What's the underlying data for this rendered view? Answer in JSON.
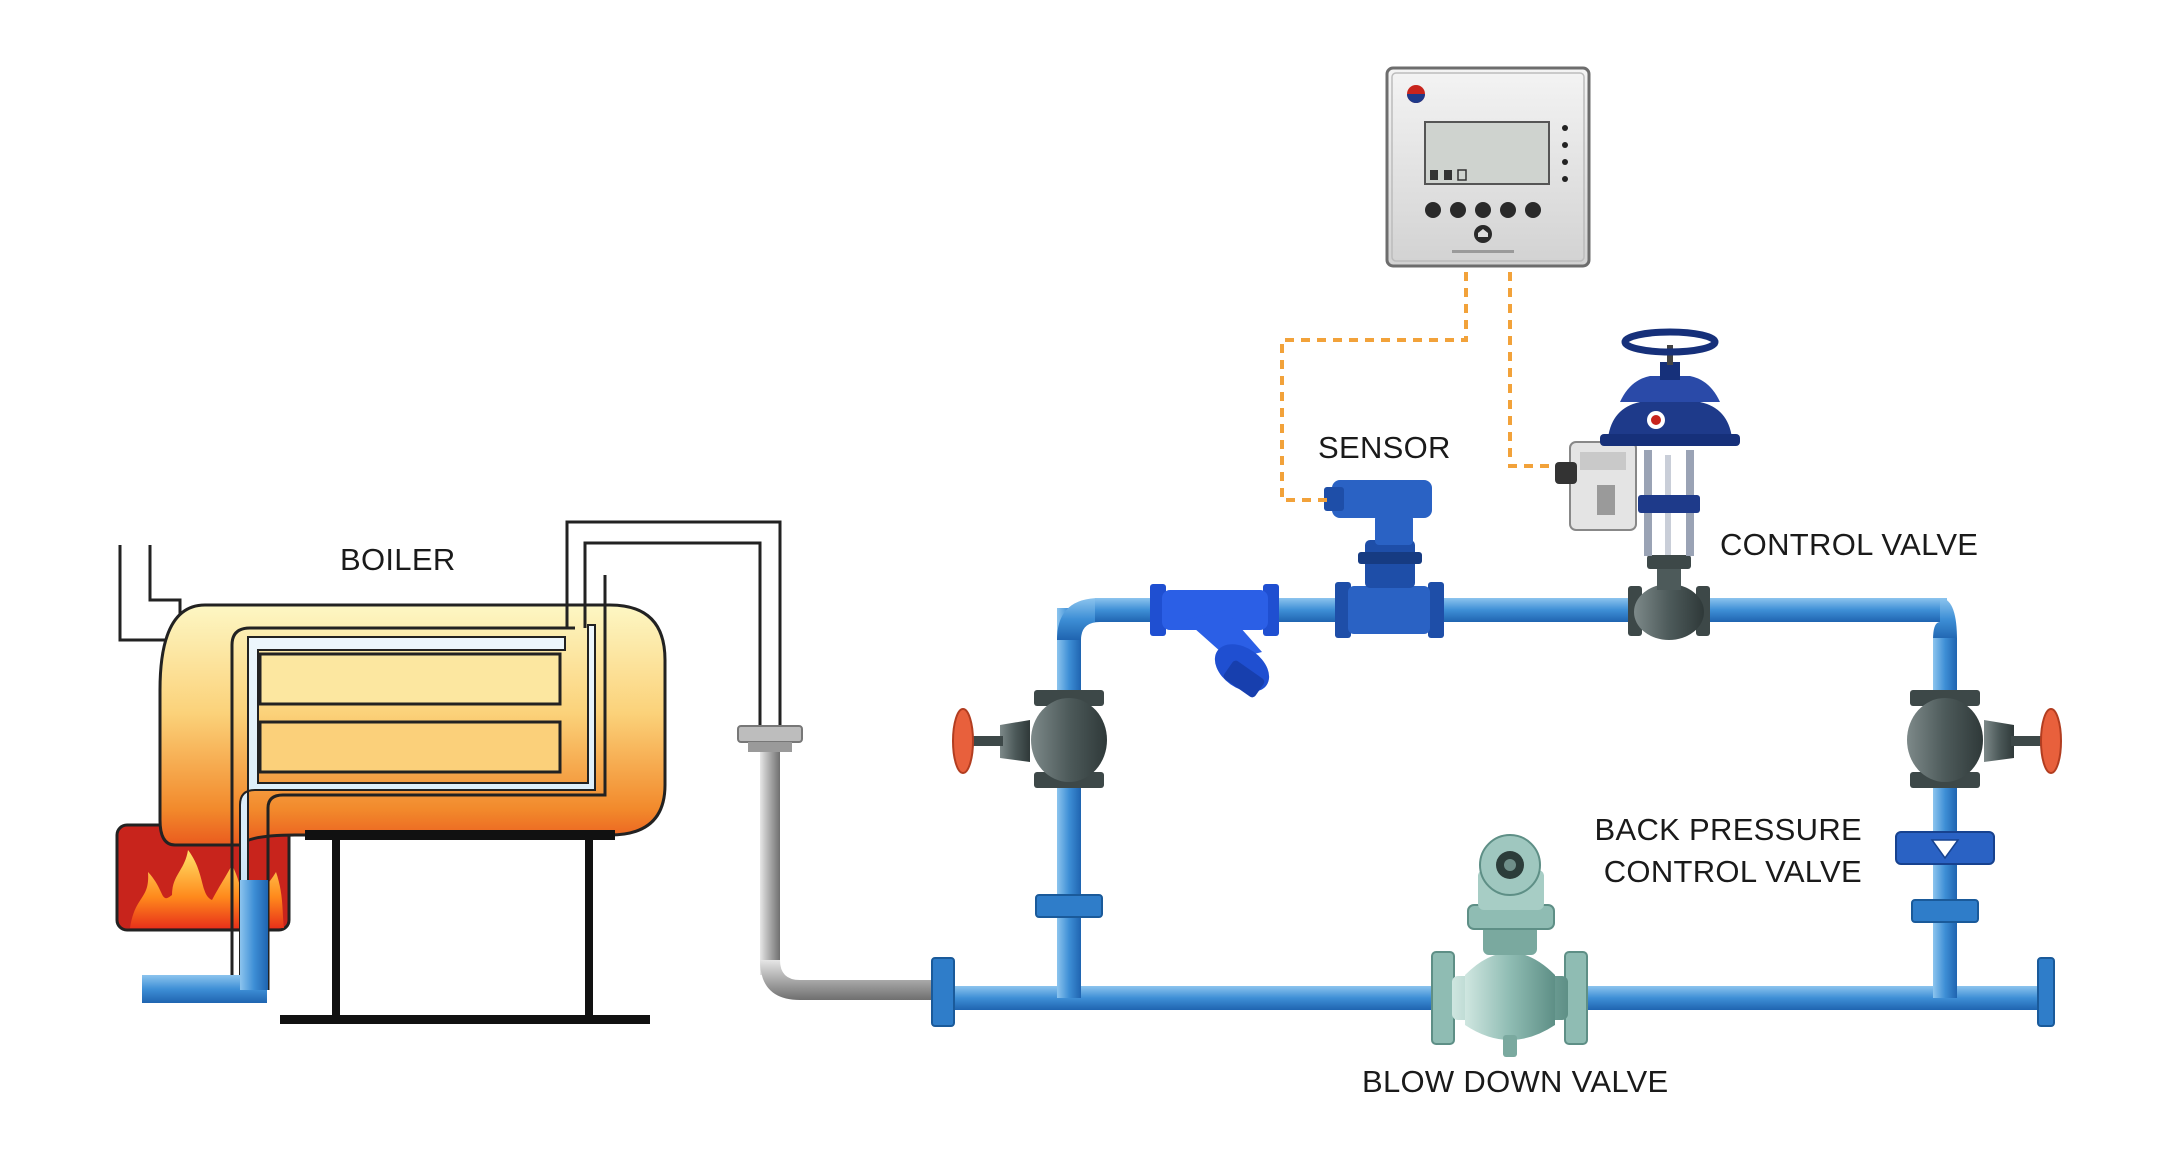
{
  "labels": {
    "boiler": "BOILER",
    "sensor": "SENSOR",
    "control_valve": "CONTROL VALVE",
    "back_pressure_line1": "BACK PRESSURE",
    "back_pressure_line2": "CONTROL VALVE",
    "blow_down_valve": "BLOW DOWN VALVE"
  },
  "controller": {
    "brand": "",
    "display_lines": [
      "",
      "",
      ""
    ]
  },
  "colors": {
    "pipe_blue": "#3e8fd6",
    "pipe_grey": "#a9a9a9",
    "signal_wire": "#f2a23a",
    "handwheel": "#e8603c",
    "valve_body": "#4d5a5a",
    "blowdown_valve": "#8fbcb3",
    "strainer_blue": "#1f4fd1",
    "sensor_blue": "#2a62c4",
    "actuator_navy": "#1e3a8a"
  }
}
